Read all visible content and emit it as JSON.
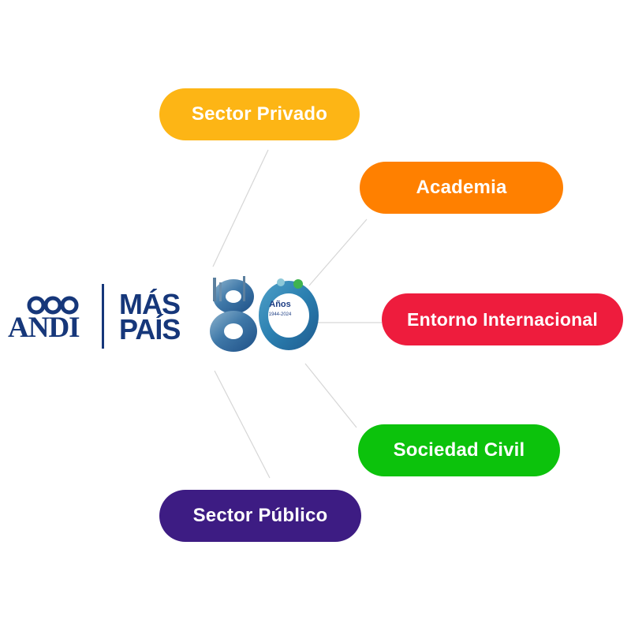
{
  "nodes": [
    {
      "id": "sector-privado",
      "label": "Sector Privado",
      "color": "#FDB515"
    },
    {
      "id": "academia",
      "label": "Academia",
      "color": "#FF8000"
    },
    {
      "id": "entorno",
      "label": "Entorno Internacional",
      "color": "#EE1C3D"
    },
    {
      "id": "sociedad",
      "label": "Sociedad Civil",
      "color": "#0CC20C"
    },
    {
      "id": "sector-publico",
      "label": "Sector Público",
      "color": "#3D1C83"
    }
  ],
  "logo": {
    "andi": "ANDI",
    "mas": "MÁS",
    "pais": "PAÍS",
    "anos": "Años",
    "years": "1944-2024",
    "brand_color": "#16377A"
  },
  "connector_color": "#D6D6D6"
}
